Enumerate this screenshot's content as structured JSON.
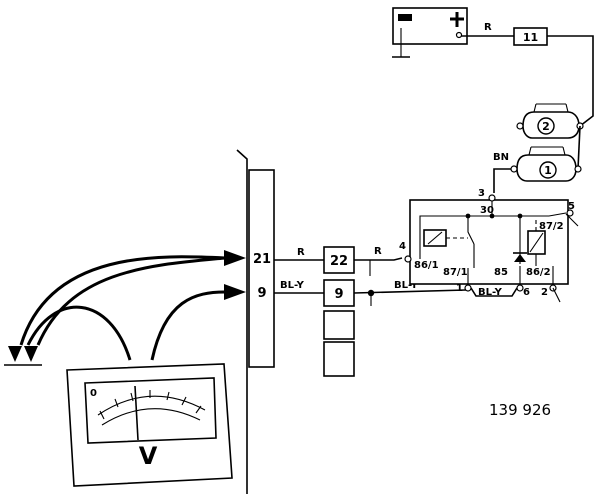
{
  "wire_colors": {
    "battery_to_fuse": "R",
    "relay_feed": "BN",
    "wire_21": "R",
    "wire_22_to_relay": "R",
    "wire_9_left": "BL-Y",
    "wire_9_right": "BL-Y",
    "wire_9_relay": "BL-Y"
  },
  "components": {
    "fuse": "11",
    "switch_upper": "2",
    "switch_lower": "1"
  },
  "connector_left": {
    "pin_upper": "21",
    "pin_lower": "9"
  },
  "connector_mid": {
    "pin_upper": "22",
    "pin_lower": "9"
  },
  "relay": {
    "terminals": {
      "t3": "3",
      "t30": "30",
      "t5": "5",
      "t87_2": "87/2",
      "t4": "4",
      "t86_1": "86/1",
      "t87_1": "87/1",
      "t85": "85",
      "t86_2": "86/2",
      "t1": "1",
      "t6": "6",
      "t2": "2"
    }
  },
  "meter": {
    "scale_zero": "0",
    "unit": "V"
  },
  "figure_number": "139 926",
  "colors": {
    "ink": "#000000",
    "paper": "#ffffff"
  }
}
